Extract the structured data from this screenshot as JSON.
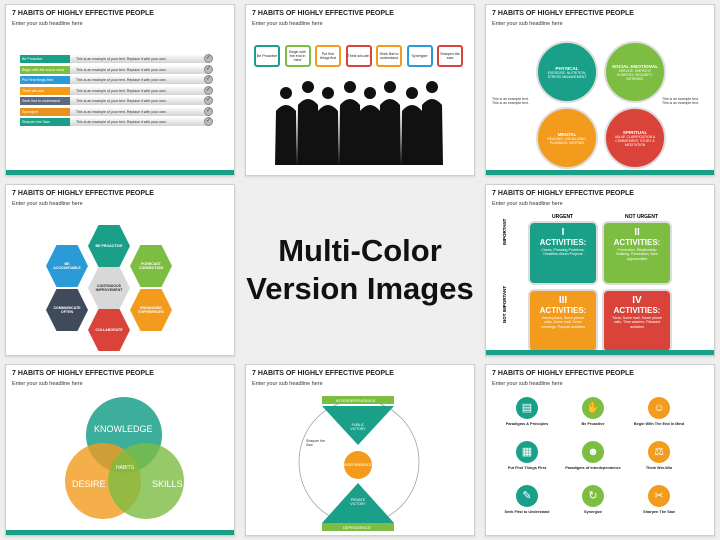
{
  "slide_title": "7 HABITS OF HIGHLY EFFECTIVE PEOPLE",
  "slide_subtitle": "Enter your sub headline here",
  "center_line1": "Multi-Color",
  "center_line2": "Version Images",
  "s1": {
    "rows": [
      {
        "label": "Be Proactive",
        "text": "This is an example of your text. Replace it with your own.",
        "color": "#1aa089"
      },
      {
        "label": "Begin with the end in mind",
        "text": "This is an example of your text. Replace it with your own.",
        "color": "#7cbd42"
      },
      {
        "label": "Put First things first",
        "text": "This is an example of your text. Replace it with your own.",
        "color": "#2a9bd6"
      },
      {
        "label": "Think win-win",
        "text": "This is an example of your text. Replace it with your own.",
        "color": "#f29b1d"
      },
      {
        "label": "Seek first to understand",
        "text": "This is an example of your text. Replace it with your own.",
        "color": "#5b6b7d"
      },
      {
        "label": "Synergize",
        "text": "This is an example of your text. Replace it with your own.",
        "color": "#e8931f"
      },
      {
        "label": "Sharpen the Saw",
        "text": "This is an example of your text. Replace it with your own.",
        "color": "#1aa089"
      }
    ]
  },
  "s2": {
    "bubbles": [
      {
        "text": "Be Proactive",
        "color": "#1aa089"
      },
      {
        "text": "Begin with the end in mind",
        "color": "#7cbd42"
      },
      {
        "text": "Put first things first",
        "color": "#f29b1d"
      },
      {
        "text": "Think win-win",
        "color": "#d9433a"
      },
      {
        "text": "Seek first to understand",
        "color": "#f29b1d"
      },
      {
        "text": "Synergize",
        "color": "#2a9bd6"
      },
      {
        "text": "Sharpen the saw",
        "color": "#d9433a"
      }
    ]
  },
  "s3": {
    "circles": [
      {
        "title": "PHYSICAL",
        "body": "EXERCISE, NUTRITION, STRESS MANAGEMENT",
        "color": "#1aa089"
      },
      {
        "title": "SOCIAL EMOTIONAL",
        "body": "SERVICE, EMPATHY, SYNERGY, SECURITY, INTRINSIC",
        "color": "#7cbd42"
      },
      {
        "title": "MENTAL",
        "body": "READING, VISUALIZING, PLANNING, WRITING",
        "color": "#f29b1d"
      },
      {
        "title": "SPIRITUAL",
        "body": "VALUE CLARIFICATION & COMMITMENT, STUDY & MEDITATION",
        "color": "#d9433a"
      }
    ],
    "left_note": "This is an example text. This is an example text.",
    "right_note": "This is an example text. This is an example text."
  },
  "s4": {
    "center": "CONTINUOUS IMPROVEMENT",
    "hexes": [
      {
        "text": "BE PROACTIVE",
        "color": "#1aa089"
      },
      {
        "text": "FORECAST CONNECTION",
        "color": "#7cbd42"
      },
      {
        "text": "ENHANCING EXPERIENCES",
        "color": "#f29b1d"
      },
      {
        "text": "COLLABORATE",
        "color": "#d9433a"
      },
      {
        "text": "COMMUNICATE OFTEN",
        "color": "#3f4a5a"
      },
      {
        "text": "BE ACCOUNTABLE",
        "color": "#2a9bd6"
      }
    ]
  },
  "s5": {
    "col_urgent": "URGENT",
    "col_not_urgent": "NOT URGENT",
    "row_important": "IMPORTANT",
    "row_not_important": "NOT IMPORTANT",
    "quads": [
      {
        "num": "I",
        "title": "ACTIVITIES:",
        "items": "Crises, Pressing Problems, Deadline-driven Projects",
        "color": "#1aa089"
      },
      {
        "num": "II",
        "title": "ACTIVITIES:",
        "items": "Prevention, Relationship Building, Recreation, New opportunities",
        "color": "#7cbd42"
      },
      {
        "num": "III",
        "title": "ACTIVITIES:",
        "items": "Interruptions, Some phone calls, Some mail, Some meetings, Popular activities",
        "color": "#f29b1d"
      },
      {
        "num": "IV",
        "title": "ACTIVITIES:",
        "items": "Trivia, Some mail, Some phone calls, Time wasters, Pleasant activities",
        "color": "#d9433a"
      }
    ]
  },
  "s6": {
    "knowledge": "KNOWLEDGE",
    "desire": "DESIRE",
    "skills": "SKILLS",
    "habits": "HABITS"
  },
  "s7": {
    "top": "INTERDEPENDENCE",
    "public": "PUBLIC VICTORY",
    "mid": "INDEPENDENCE",
    "private": "PRIVATE VICTORY",
    "bottom": "DEPENDENCE",
    "note": "Sharpen the Saw"
  },
  "s8": {
    "items": [
      {
        "label": "Paradigms & Principles",
        "color": "#1aa089",
        "icon": "book-icon"
      },
      {
        "label": "Be Proactive",
        "color": "#7cbd42",
        "icon": "hand-icon"
      },
      {
        "label": "Begin With The End In Mind",
        "color": "#f29b1d",
        "icon": "head-icon"
      },
      {
        "label": "Put First Things First",
        "color": "#1aa089",
        "icon": "clipboard-icon"
      },
      {
        "label": "Paradigms of Interdependence",
        "color": "#7cbd42",
        "icon": "people-icon"
      },
      {
        "label": "Think Win-Win",
        "color": "#f29b1d",
        "icon": "scale-icon"
      },
      {
        "label": "Seek First to Understand",
        "color": "#1aa089",
        "icon": "speech-icon"
      },
      {
        "label": "Synergize",
        "color": "#7cbd42",
        "icon": "cycle-icon"
      },
      {
        "label": "Sharpen The Saw",
        "color": "#f29b1d",
        "icon": "saw-icon"
      }
    ]
  }
}
